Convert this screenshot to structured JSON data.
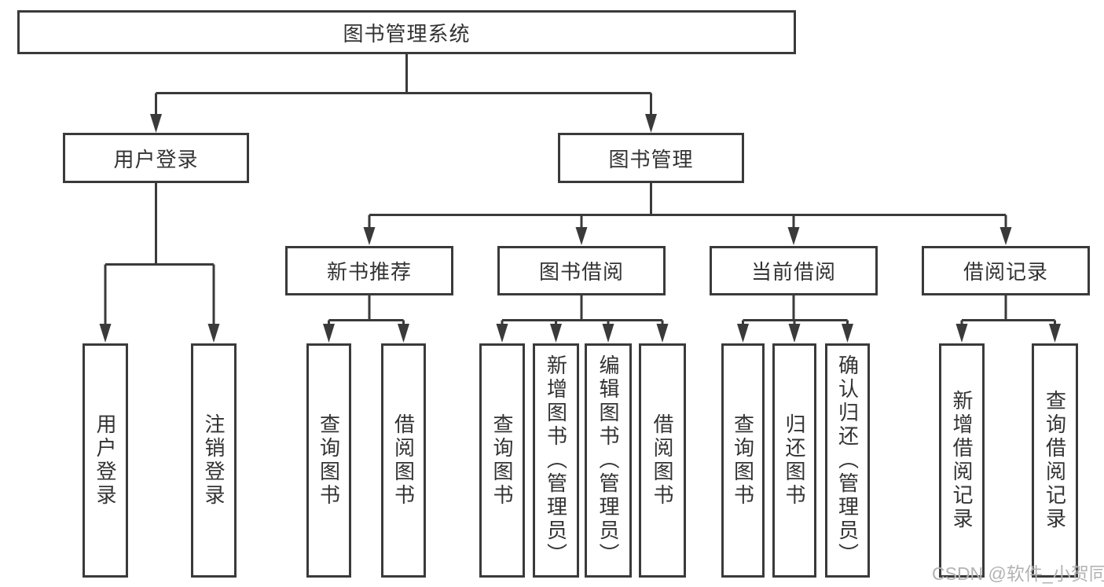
{
  "diagram": {
    "root": {
      "label": "图书管理系统",
      "children": [
        {
          "label": "用户登录",
          "children": [
            {
              "label": "用户登录"
            },
            {
              "label": "注销登录"
            }
          ]
        },
        {
          "label": "图书管理",
          "children": [
            {
              "label": "新书推荐",
              "children": [
                {
                  "label": "查询图书"
                },
                {
                  "label": "借阅图书"
                }
              ]
            },
            {
              "label": "图书借阅",
              "children": [
                {
                  "label": "查询图书"
                },
                {
                  "label": "新增图书（管理员）"
                },
                {
                  "label": "编辑图书（管理员）"
                },
                {
                  "label": "借阅图书"
                }
              ]
            },
            {
              "label": "当前借阅",
              "children": [
                {
                  "label": "查询图书"
                },
                {
                  "label": "归还图书"
                },
                {
                  "label": "确认归还（管理员）"
                }
              ]
            },
            {
              "label": "借阅记录",
              "children": [
                {
                  "label": "新增借阅记录"
                },
                {
                  "label": "查询借阅记录"
                }
              ]
            }
          ]
        }
      ]
    },
    "colors": {
      "line": "#3a3a3a",
      "text": "#333333",
      "watermark_text": "#b3b3b3"
    }
  },
  "watermark": "CSDN @软件_小贺同学"
}
